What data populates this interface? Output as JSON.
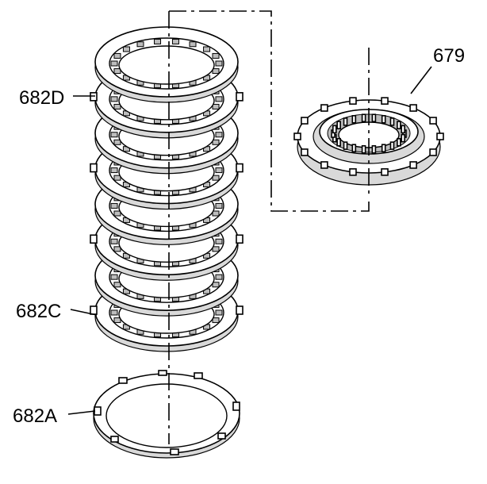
{
  "labels": {
    "part_679": "679",
    "part_682D": "682D",
    "part_682C": "682C",
    "part_682A": "682A"
  },
  "plates": {
    "stack_count": 8
  }
}
